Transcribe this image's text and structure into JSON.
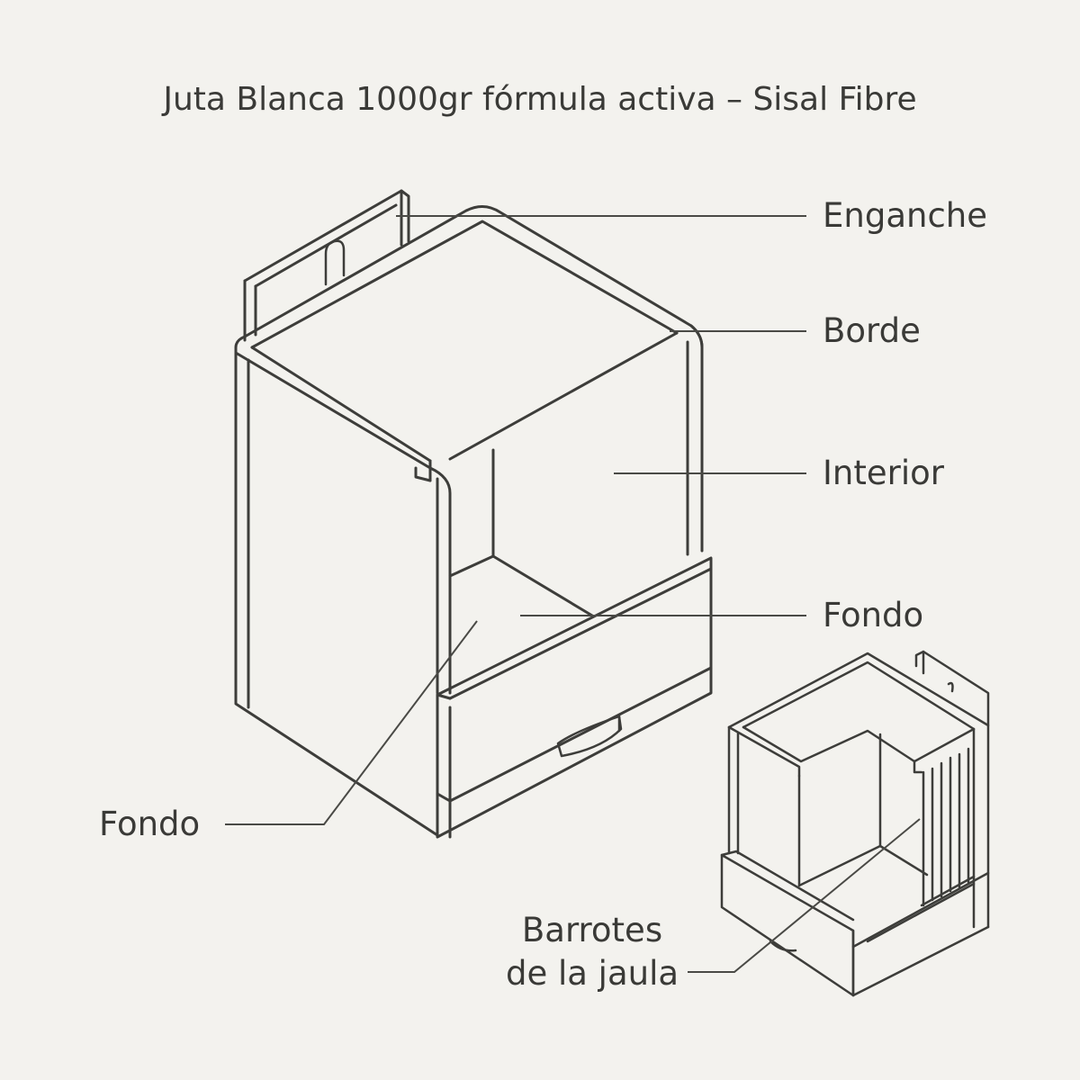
{
  "title": "Juta Blanca 1000gr fórmula activa – Sisal Fibre",
  "labels": {
    "hook": "Enganche",
    "rim": "Borde",
    "interior": "Interior",
    "bottom_right": "Fondo",
    "bottom_left": "Fondo",
    "bars_line1": "Barrotes",
    "bars_line2": "de la jaula"
  },
  "colors": {
    "background": "#f3f2ee",
    "stroke": "#3d3d3a",
    "text": "#3a3a37"
  }
}
